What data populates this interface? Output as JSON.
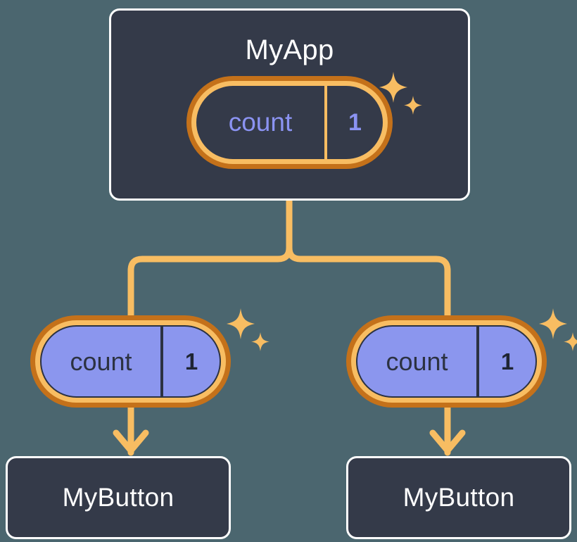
{
  "theme": {
    "page_background": "#4b666f",
    "card_background": "#343a49",
    "card_border": "#ffffff",
    "accent_amber": "#f8bd62",
    "accent_orange": "#c4711a",
    "state_fill": "#8b96ee",
    "state_text_dark": "#2c3242",
    "state_text_light": "#8b93f2"
  },
  "diagram": {
    "type": "component-state-tree",
    "root": {
      "title": "MyApp",
      "state": {
        "key": "count",
        "value": "1"
      }
    },
    "children": [
      {
        "state": {
          "key": "count",
          "value": "1"
        },
        "target": {
          "title": "MyButton"
        }
      },
      {
        "state": {
          "key": "count",
          "value": "1"
        },
        "target": {
          "title": "MyButton"
        }
      }
    ]
  }
}
